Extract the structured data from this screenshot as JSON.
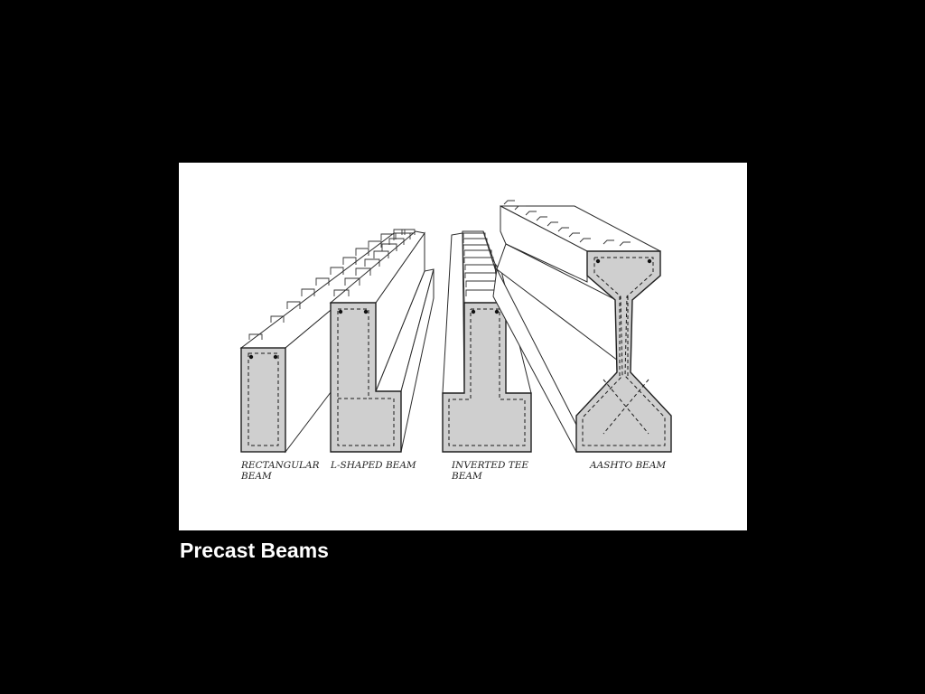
{
  "caption": "Precast Beams",
  "figure": {
    "background": "#ffffff",
    "section_fill": "#cfcfcf",
    "labels": {
      "rectangular": [
        "RECTANGULAR",
        "BEAM"
      ],
      "l_shaped": [
        "L-SHAPED BEAM"
      ],
      "inverted_tee": [
        "INVERTED TEE",
        "BEAM"
      ],
      "aashto": [
        "AASHTO BEAM"
      ]
    }
  }
}
